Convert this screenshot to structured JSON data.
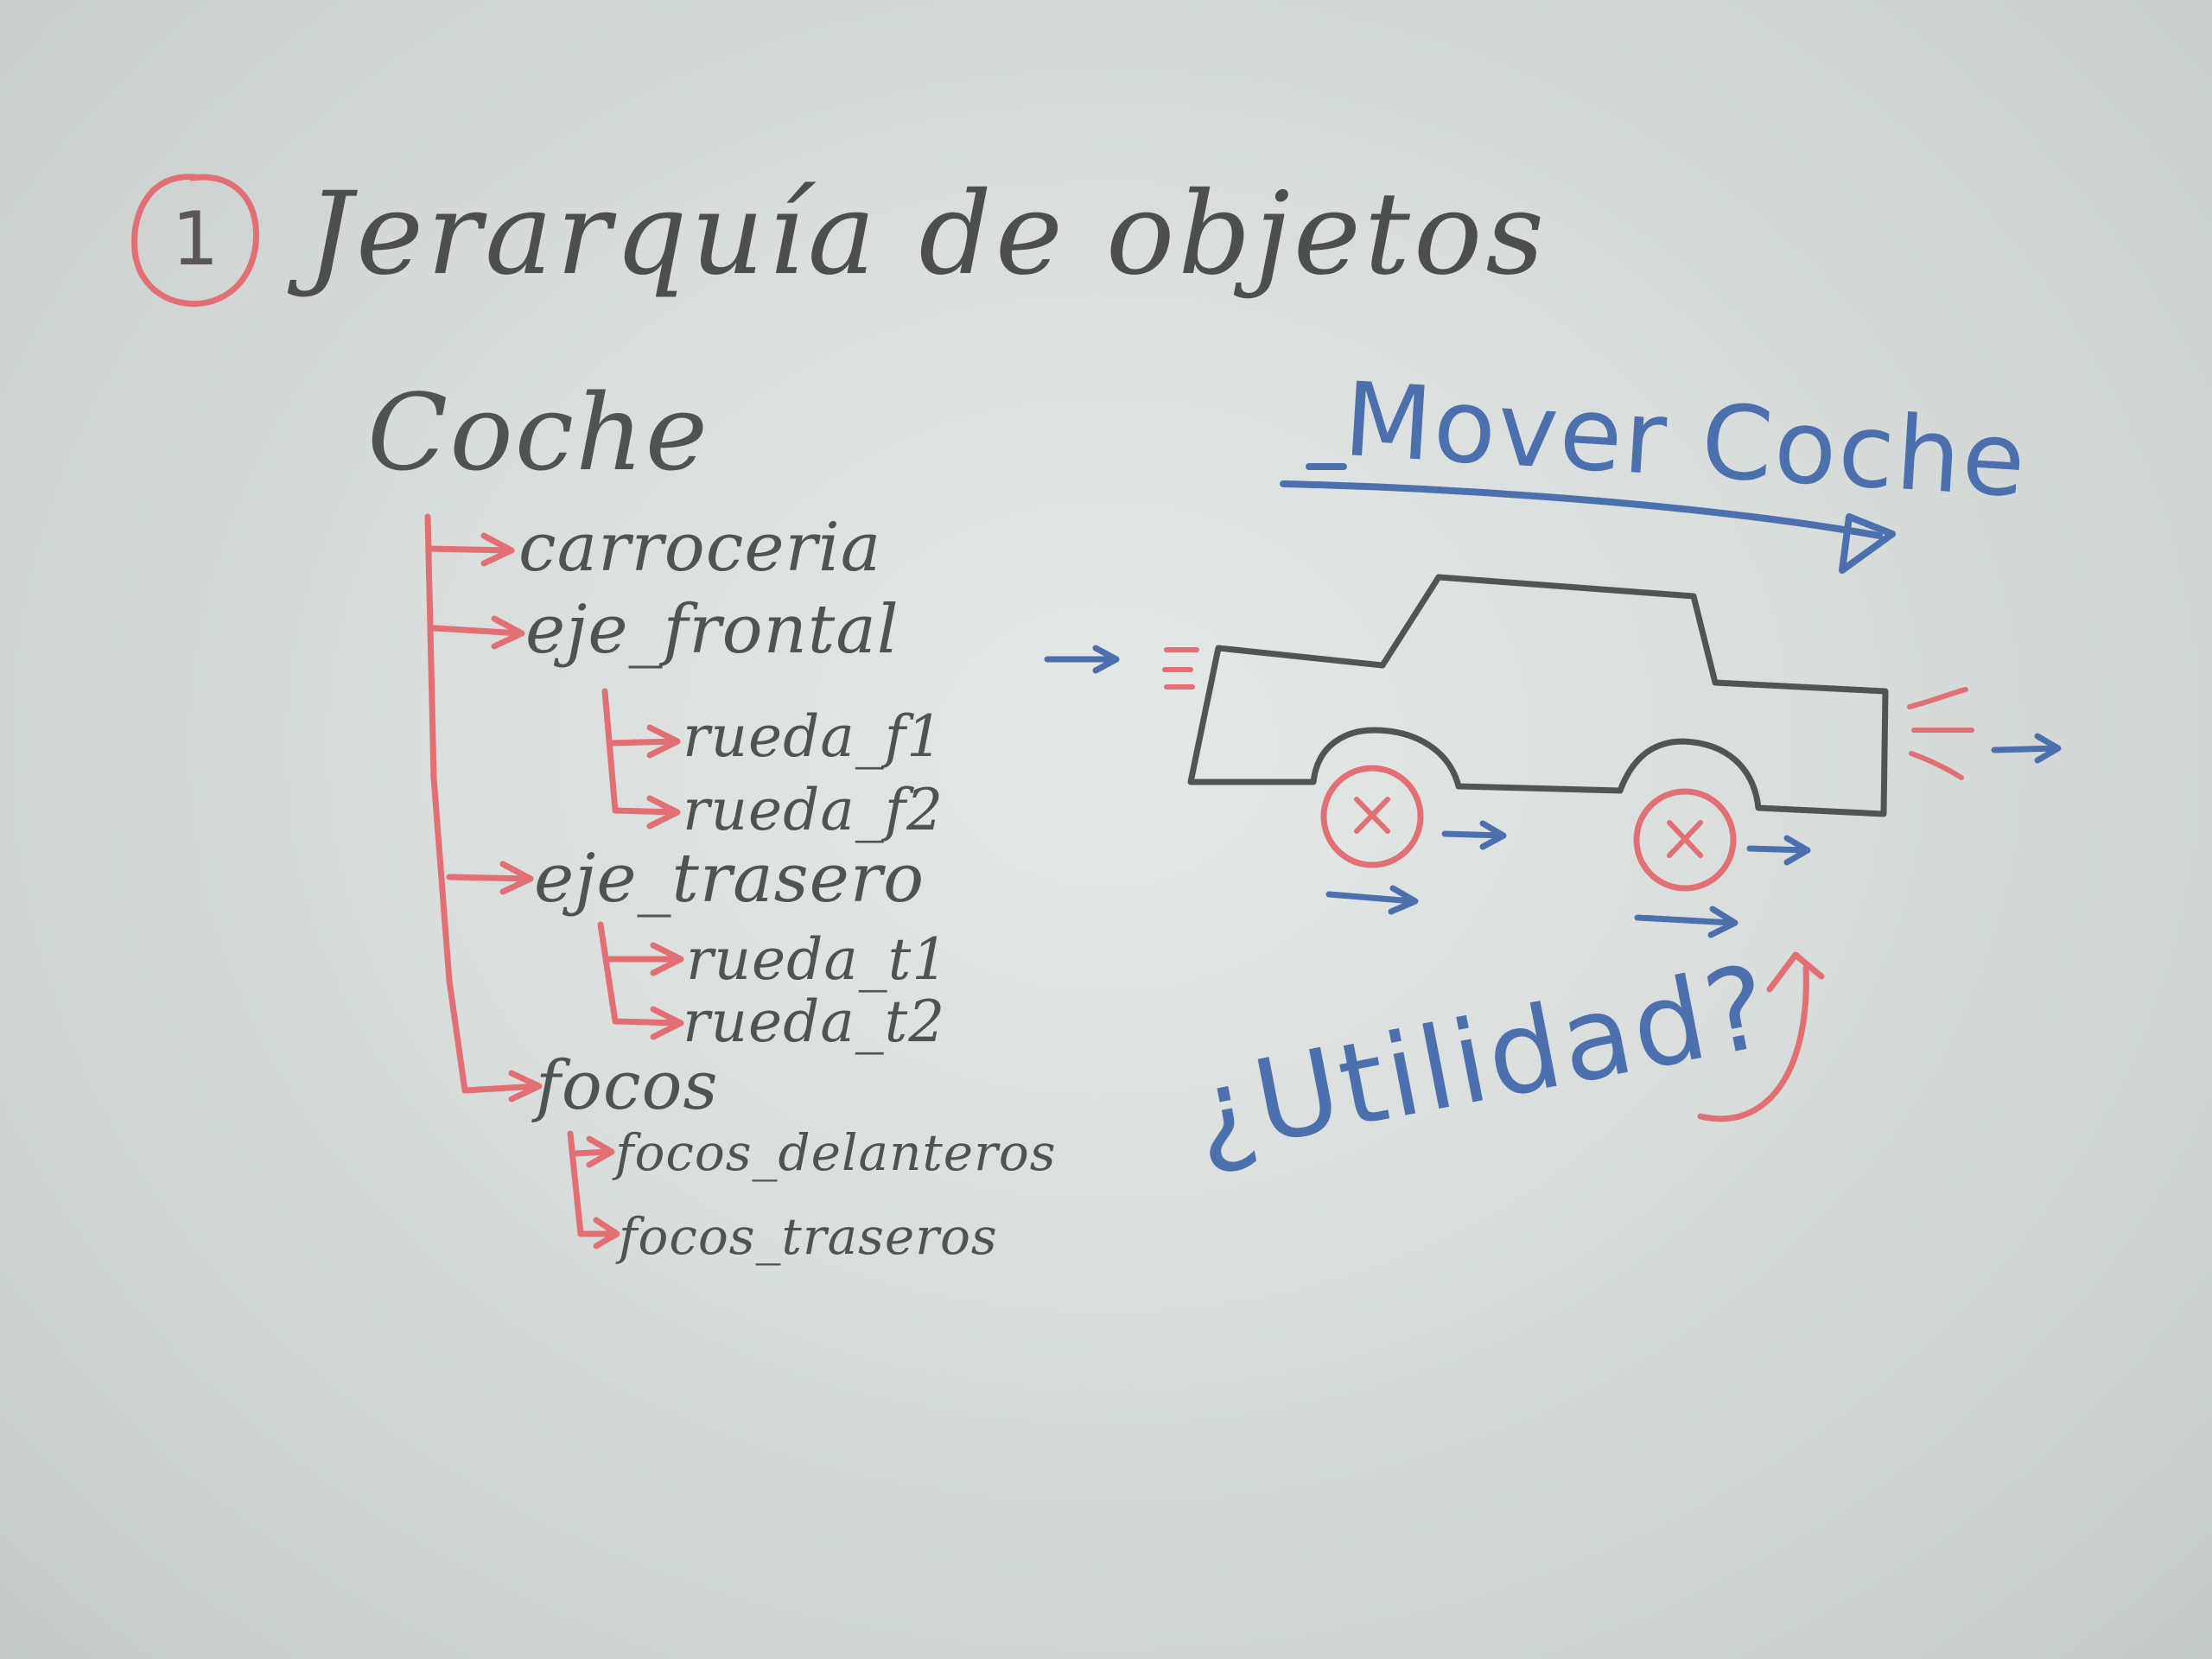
{
  "title": {
    "number": "1",
    "text": "Jerarquía de objetos"
  },
  "hierarchy": {
    "root": "Coche",
    "children": [
      {
        "label": "carroceria"
      },
      {
        "label": "eje_frontal",
        "children": [
          "rueda_f1",
          "rueda_f2"
        ]
      },
      {
        "label": "eje_trasero",
        "children": [
          "rueda_t1",
          "rueda_t2"
        ]
      },
      {
        "label": "focos",
        "children": [
          "focos_delanteros",
          "focos_traseros"
        ]
      }
    ]
  },
  "car_diagram": {
    "action_label": "Mover Coche",
    "question": "¿Utilidad?"
  },
  "colors": {
    "dark_ink": "#4a4f4d",
    "red_ink": "#e26f74",
    "blue_ink": "#4c6fae",
    "board": "#dfe3e1"
  }
}
